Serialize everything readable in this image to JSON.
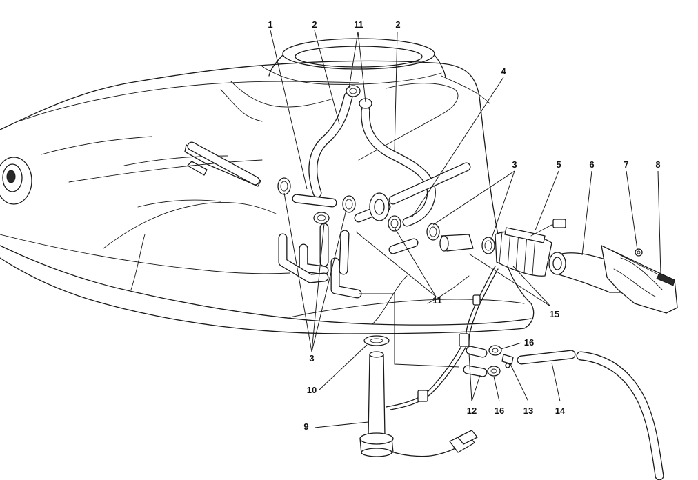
{
  "callouts": {
    "c1": "1",
    "c2a": "2",
    "c2b": "2",
    "c11a": "11",
    "c4": "4",
    "c3a": "3",
    "c5": "5",
    "c6": "6",
    "c7": "7",
    "c8": "8",
    "c11b": "11",
    "c15": "15",
    "c16a": "16",
    "c3b": "3",
    "c10": "10",
    "c12": "12",
    "c16b": "16",
    "c13": "13",
    "c14": "14",
    "c9": "9"
  }
}
